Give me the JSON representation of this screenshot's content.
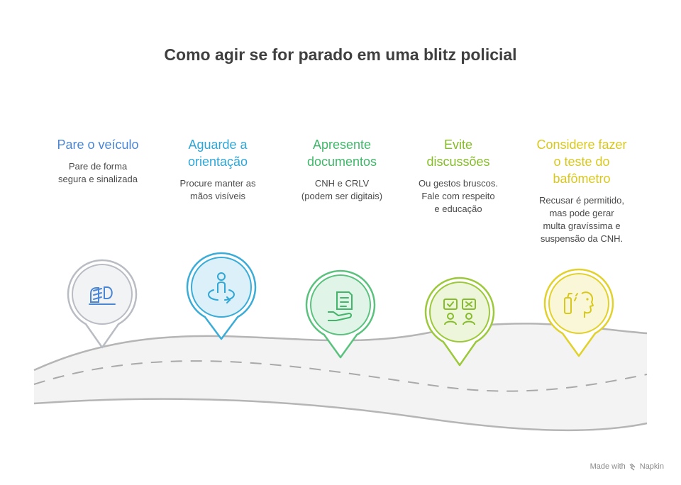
{
  "title": "Como agir se for parado em uma blitz policial",
  "steps": [
    {
      "title": "Pare o veículo",
      "description": "Pare de forma\nsegura e sinalizada",
      "color": "#4a86d4",
      "ring": "#b9bcc3",
      "icon": "headlight-icon"
    },
    {
      "title": "Aguarde a\norientação",
      "description": "Procure manter as\nmãos visíveis",
      "color": "#2fa6d6",
      "ring": "#3aacd8",
      "icon": "person-waiting-icon"
    },
    {
      "title": "Apresente\ndocumentos",
      "description": "CNH e CRLV\n(podem ser digitais)",
      "color": "#41b66a",
      "ring": "#5bc27e",
      "icon": "document-hand-icon"
    },
    {
      "title": "Evite\ndiscussões",
      "description": "Ou gestos bruscos.\nFale com respeito\ne educação",
      "color": "#86bc2a",
      "ring": "#9cc93a",
      "icon": "dialogue-icon"
    },
    {
      "title": "Considere fazer\no teste do\nbafômetro",
      "description": "Recusar é permitido,\nmas pode gerar\nmulta gravíssima e\nsuspensão da CNH.",
      "color": "#d8c81e",
      "ring": "#e2d12a",
      "icon": "breathalyzer-icon"
    }
  ],
  "watermark": {
    "prefix": "Made with",
    "brand": "Napkin",
    "icon": "napkin-logo-icon"
  }
}
